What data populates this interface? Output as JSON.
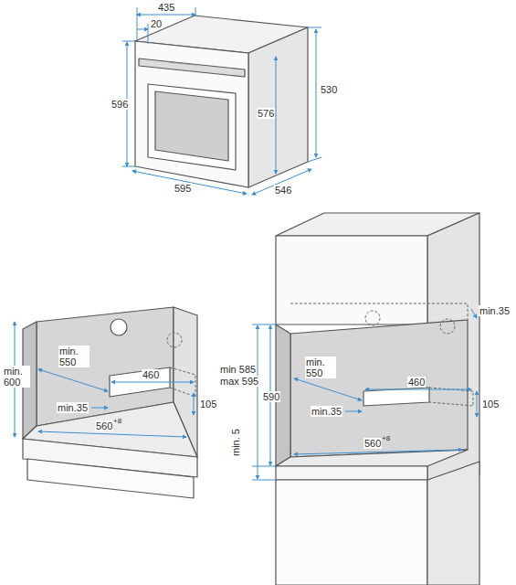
{
  "diagram": {
    "labels": [
      "435",
      "20",
      "596",
      "576",
      "530",
      "546",
      "595",
      "min. 600",
      "min. 550",
      "460",
      "105",
      "min.35",
      "560",
      "+8",
      "min.35",
      "min 585",
      "max 595",
      "590",
      "min. 550",
      "460",
      "min.35",
      "105",
      "min. 5",
      "560",
      "+8"
    ]
  }
}
